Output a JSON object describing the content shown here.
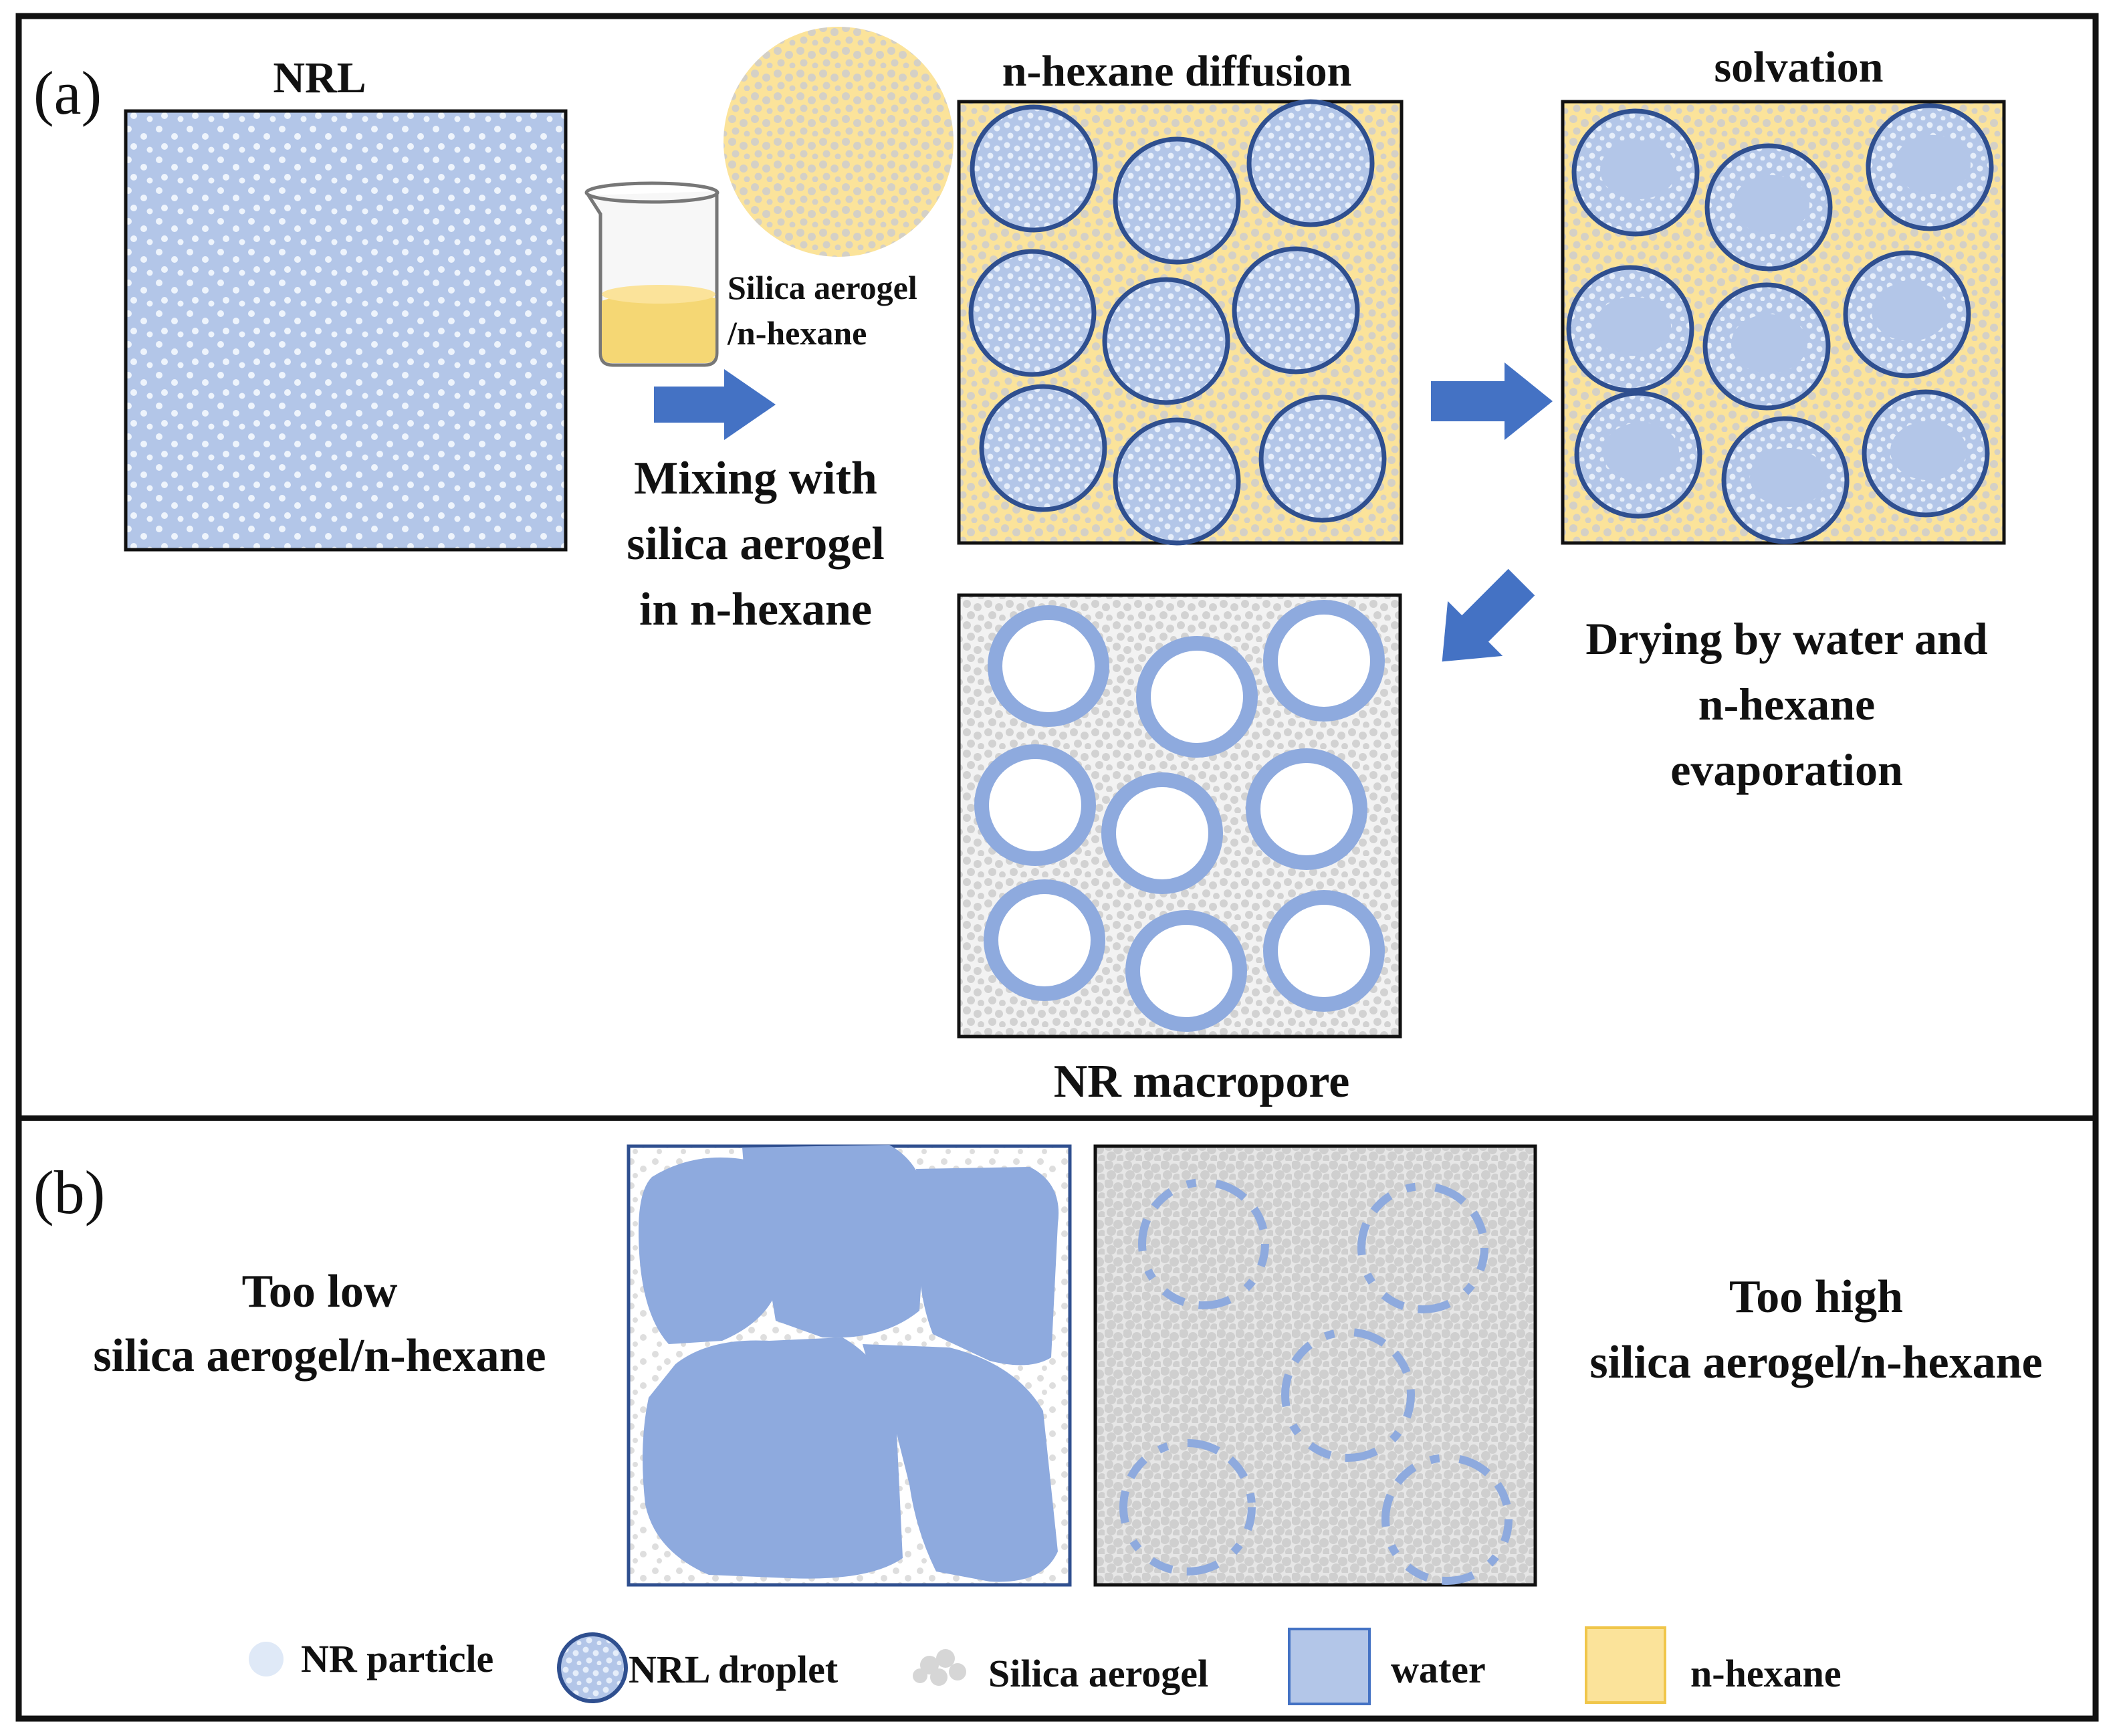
{
  "panels": {
    "a": {
      "label": "(a)",
      "nrl_title": "NRL",
      "silica_label_1": "Silica aerogel",
      "silica_label_2": "/n-hexane",
      "mixing_lines": [
        "Mixing with",
        "silica aerogel",
        "in n-hexane"
      ],
      "diffusion_title": "n-hexane diffusion",
      "solvation_title": "solvation",
      "drying_lines": [
        "Drying by water and",
        "n-hexane",
        "evaporation"
      ],
      "macropore_title": "NR macropore"
    },
    "b": {
      "label": "(b)",
      "low_lines": [
        "Too low",
        "silica aerogel/n-hexane"
      ],
      "high_lines": [
        "Too high",
        "silica aerogel/n-hexane"
      ]
    }
  },
  "legend": {
    "nr_particle": "NR particle",
    "nrl_droplet": "NRL droplet",
    "silica_aerogel": "Silica aerogel",
    "water": "water",
    "n_hexane": "n-hexane"
  },
  "colors": {
    "water": "#b3c6e8",
    "nr_blue": "#8eaade",
    "droplet_border": "#2f4f8f",
    "n_hexane": "#fbe39a",
    "silica": "#d4d4d4",
    "arrow": "#4472c4",
    "particle": "#eef4fc"
  }
}
